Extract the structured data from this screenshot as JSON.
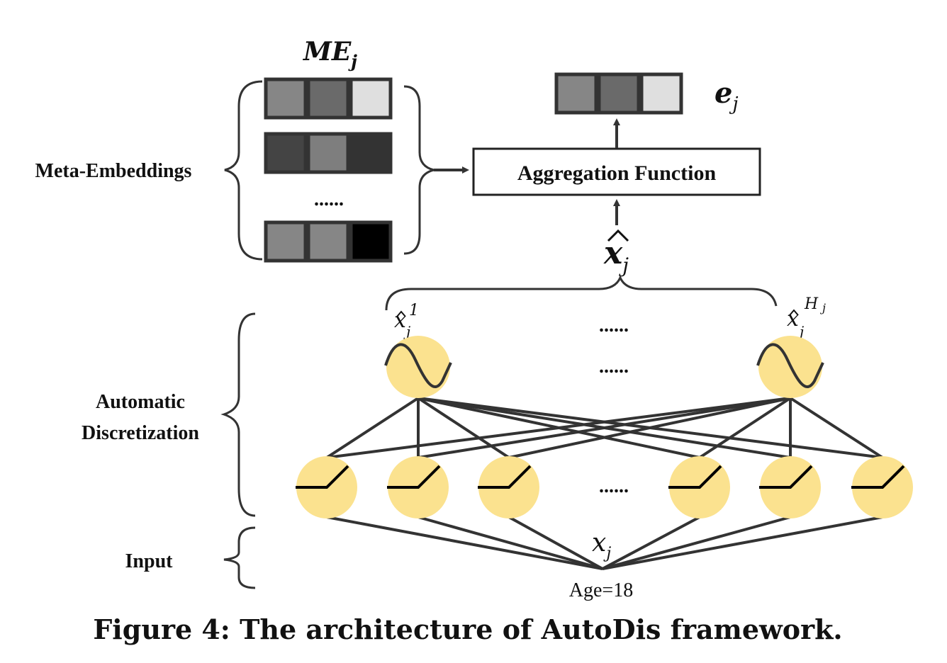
{
  "figure": {
    "caption": "Figure 4: The architecture of AutoDis framework.",
    "section_labels": {
      "meta_embeddings": "Meta-Embeddings",
      "automatic_line1": "Automatic",
      "automatic_line2": "Discretization",
      "input": "Input"
    },
    "meta_embeddings": {
      "title_main": "ME",
      "title_sub": "j",
      "rows": [
        {
          "cells": [
            "#868686",
            "#6a6a6a",
            "#dfdfdf"
          ]
        },
        {
          "cells": [
            "#444444",
            "#7e7e7e",
            "#333333"
          ]
        },
        {
          "cells": [
            "#868686",
            "#868686",
            "#000000"
          ]
        }
      ],
      "ellipsis": "......"
    },
    "aggregation": {
      "label": "Aggregation Function"
    },
    "output_embedding": {
      "label_main": "e",
      "label_sub": "j",
      "cells": [
        "#868686",
        "#6a6a6a",
        "#dfdfdf"
      ]
    },
    "x_hat": {
      "main": "x",
      "sub": "j",
      "first_sup": "1",
      "last_sup": "H",
      "last_sup_sub": "j"
    },
    "ellipses": {
      "softmax_row_top": "......",
      "softmax_row_mid": "......",
      "ramp_row": "......"
    },
    "input": {
      "variable_main": "x",
      "variable_sub": "j",
      "example": "Age=18"
    },
    "colors": {
      "node_fill": "#fbe28f",
      "line": "#333333"
    }
  }
}
